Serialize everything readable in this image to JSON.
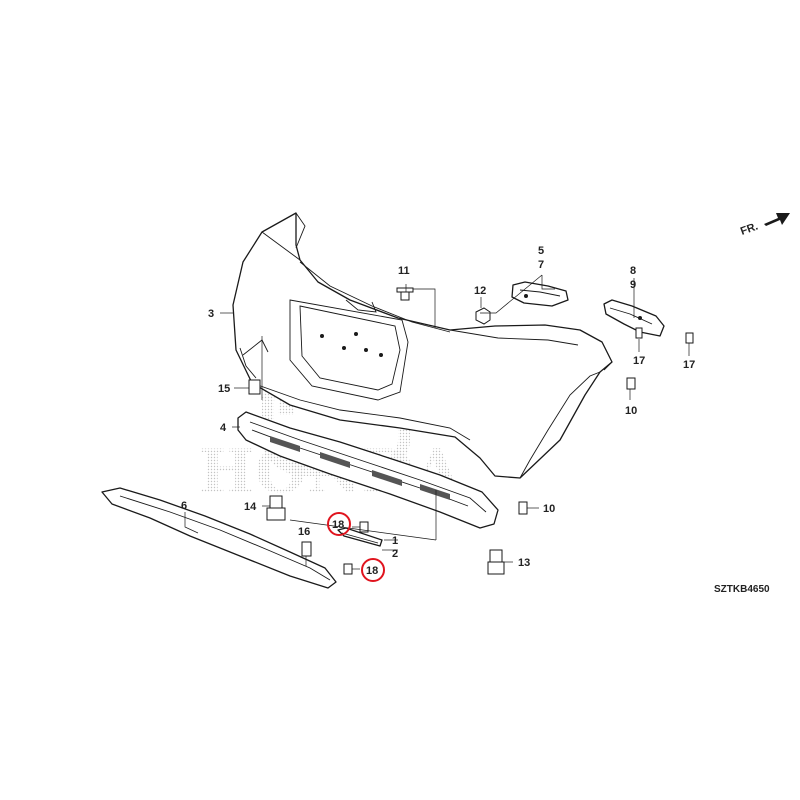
{
  "diagram": {
    "code": "SZTKB4650",
    "direction_label": "FR.",
    "watermark_text": "HONDA",
    "highlight_color": "#e0141e",
    "parts": [
      {
        "ref": "1",
        "item": "lower-grille-garnish"
      },
      {
        "ref": "2",
        "item": "lower-grille-garnish"
      },
      {
        "ref": "3",
        "item": "rear-bumper-face"
      },
      {
        "ref": "4",
        "item": "lower-grille"
      },
      {
        "ref": "5",
        "item": "side-spacer"
      },
      {
        "ref": "6",
        "item": "lower-spoiler"
      },
      {
        "ref": "7",
        "item": "side-spacer"
      },
      {
        "ref": "8",
        "item": "upper-side-spacer"
      },
      {
        "ref": "9",
        "item": "upper-side-spacer"
      },
      {
        "ref": "10",
        "item": "screw"
      },
      {
        "ref": "11",
        "item": "clip"
      },
      {
        "ref": "12",
        "item": "nut"
      },
      {
        "ref": "13",
        "item": "clip"
      },
      {
        "ref": "14",
        "item": "clip"
      },
      {
        "ref": "15",
        "item": "clip"
      },
      {
        "ref": "16",
        "item": "clip"
      },
      {
        "ref": "17",
        "item": "screw"
      },
      {
        "ref": "18",
        "item": "screw",
        "highlighted": true
      }
    ]
  },
  "labels": {
    "l1": "1",
    "l2": "2",
    "l3": "3",
    "l4": "4",
    "l5": "5",
    "l6": "6",
    "l7": "7",
    "l8": "8",
    "l9": "9",
    "l10a": "10",
    "l10b": "10",
    "l11": "11",
    "l12": "12",
    "l13": "13",
    "l14": "14",
    "l15": "15",
    "l16": "16",
    "l17a": "17",
    "l17b": "17",
    "l18a": "18",
    "l18b": "18"
  }
}
